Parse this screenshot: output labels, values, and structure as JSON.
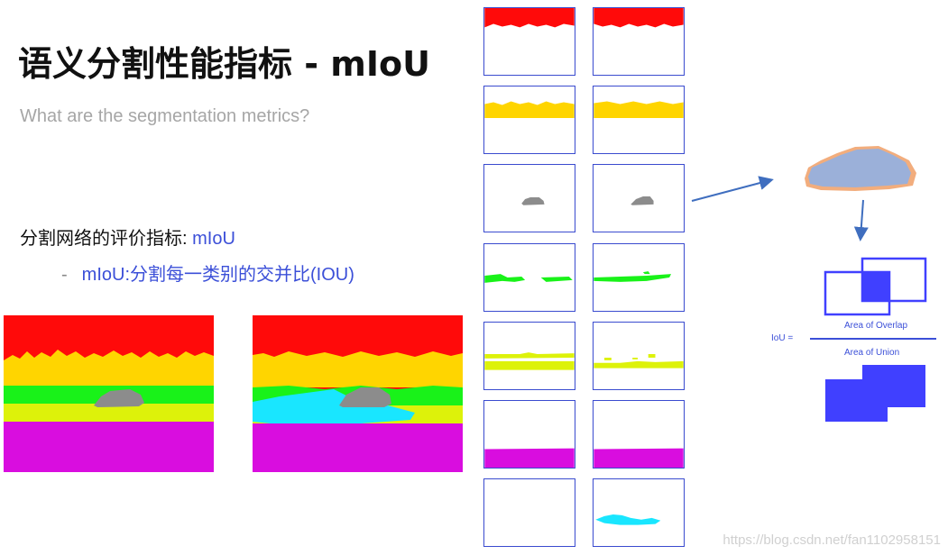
{
  "slide": {
    "title": "语义分割性能指标 - mIoU",
    "subtitle": "What are the segmentation metrics?",
    "metric_label": "分割网络的评价指标: ",
    "metric_name": "mIoU",
    "bullet_dash": "-",
    "bullet_text": "mIoU:分割每一类别的交并比(IOU)"
  },
  "iou_diagram": {
    "formula_prefix": "IoU =",
    "numerator": "Area of Overlap",
    "denominator": "Area of Union"
  },
  "class_colors": {
    "sky": "#ff0a0a",
    "building": "#ffd500",
    "vegetation": "#19f219",
    "terrain": "#ddf20a",
    "car": "#8c8c8c",
    "water": "#19e6ff",
    "road": "#d90ddf"
  },
  "accent_color": "#3b4fd8",
  "watermark": "https://blog.csdn.net/fan1102958151"
}
